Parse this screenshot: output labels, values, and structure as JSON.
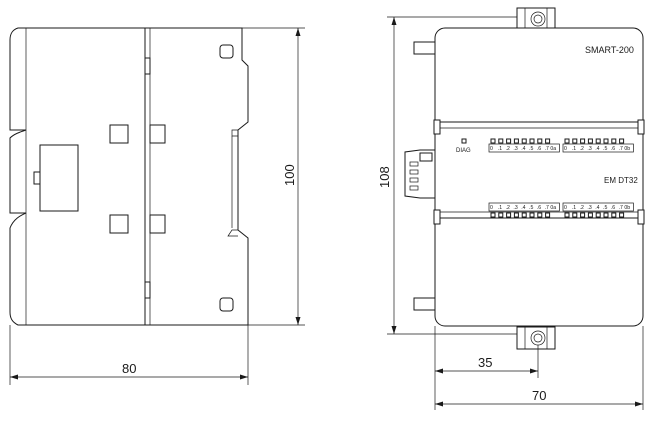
{
  "side_view": {
    "width_dimension": "80",
    "height_dimension": "100"
  },
  "front_view": {
    "model_label": "SMART-200",
    "module_label": "EM DT32",
    "diag_label": "DIAG",
    "height_dimension": "108",
    "hole_offset_dimension": "35",
    "width_dimension": "70",
    "pin_labels": [
      "0",
      ".1",
      ".2",
      ".3",
      ".4",
      ".5",
      ".6",
      ".7"
    ],
    "top_left_group_suffix": "0a",
    "top_right_group_suffix": "0b",
    "bottom_left_group_suffix": "0a",
    "bottom_right_group_suffix": "0b"
  }
}
